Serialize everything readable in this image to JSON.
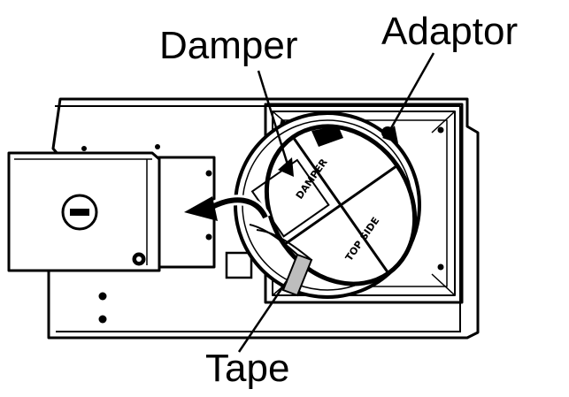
{
  "labels": {
    "damper": "Damper",
    "adaptor": "Adaptor",
    "tape": "Tape"
  },
  "damper_markings": {
    "upper": "DAMPER",
    "lower": "TOP SIDE"
  },
  "colors": {
    "line": "#000000",
    "fill": "#ffffff",
    "tape": "#bdbdbd"
  }
}
